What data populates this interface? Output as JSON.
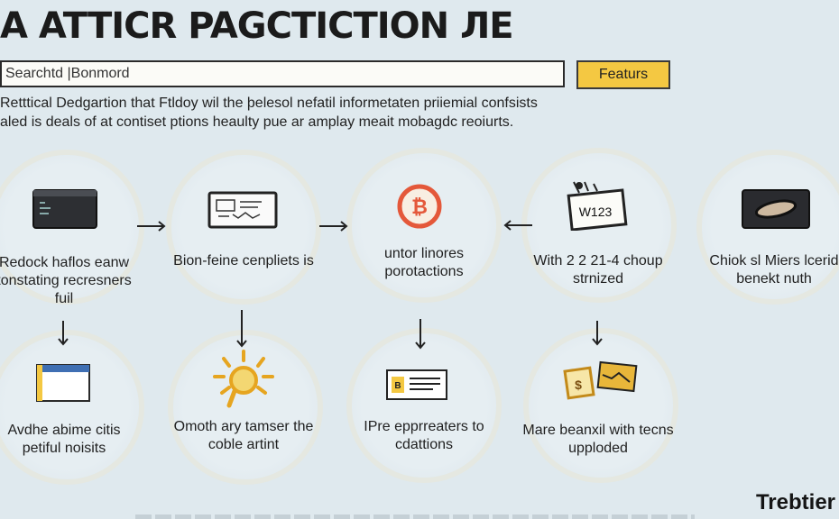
{
  "header": {
    "title": "A ATTICR PAGCTICTION ЛE",
    "search_value": "Searchtd |Bonmord",
    "features_label": "Featurs"
  },
  "description": {
    "line1": "Retttical Dedgartion that Ftldoy wil the þelesol nefatil informetaten priiemial confsists",
    "line2": "aled is deals of at contiset ptions heaulty pue ar amplay meait mobagdc reoiurts."
  },
  "nodes": {
    "n1": {
      "label": "Redock haflos eanw tonstating recresners fuil",
      "icon": "dark-window-icon"
    },
    "n2": {
      "label": "Bion-feine cenpliets is",
      "icon": "sketch-monitor-icon"
    },
    "n3": {
      "label": "untor linores porotactions",
      "icon": "bitcoin-icon"
    },
    "n4": {
      "label": "With 2 2 21-4 choup strnized",
      "icon": "price-tag-icon",
      "tag_text": "W123"
    },
    "n5": {
      "label": "Chiok sl Miers lcerid benekt nuth",
      "icon": "dark-device-icon"
    },
    "n6": {
      "label": "Avdhe abime citis petiful noisits",
      "icon": "browser-window-icon"
    },
    "n7": {
      "label": "Omoth ary tamser the coble artint",
      "icon": "lightbulb-icon"
    },
    "n8": {
      "label": "IPre epprreaters to cdattions",
      "icon": "receipt-card-icon",
      "badge": "B"
    },
    "n9": {
      "label": "Mare beanxil with tecns upploded",
      "icon": "money-cards-icon"
    }
  },
  "footer": {
    "brand": "Trebtier"
  },
  "colors": {
    "background": "#dfe9ee",
    "accent_yellow": "#f4c842",
    "bitcoin_orange": "#e4583a",
    "icon_dark": "#2d2f33"
  }
}
